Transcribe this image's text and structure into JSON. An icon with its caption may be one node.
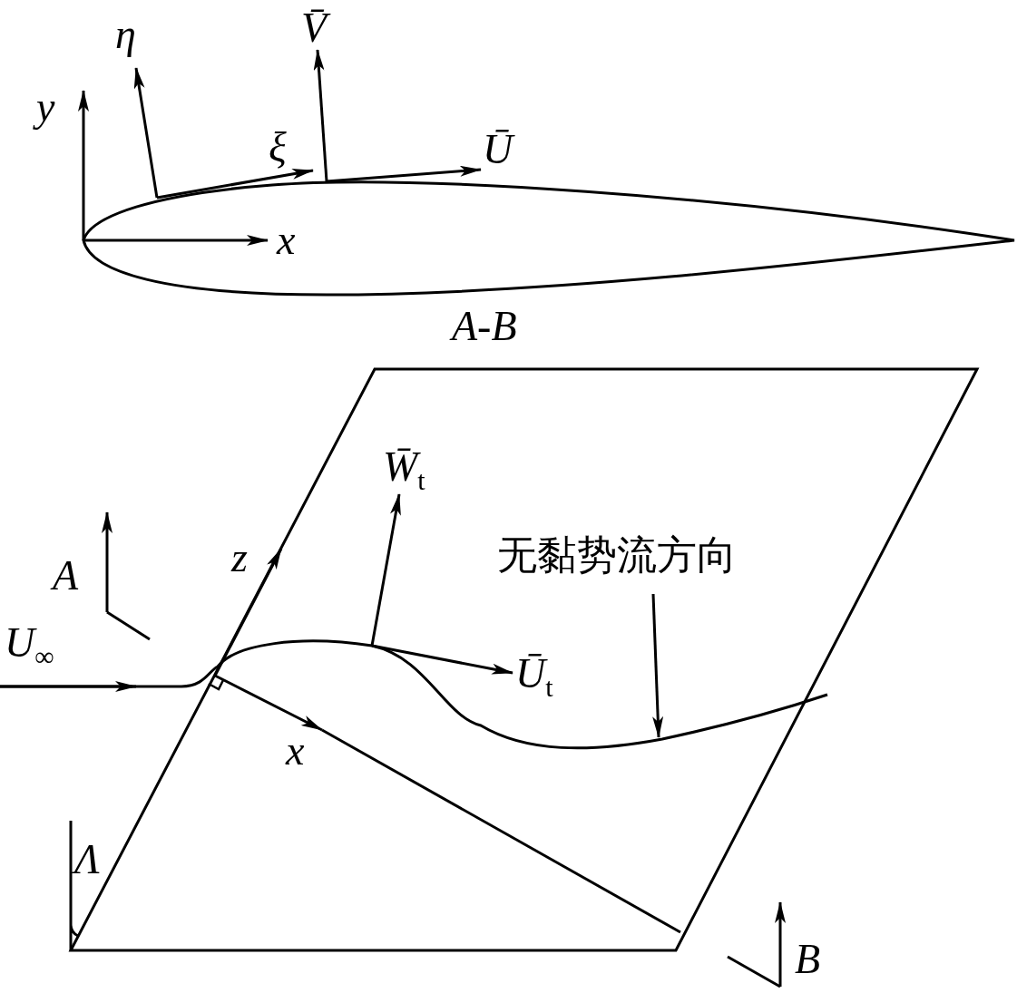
{
  "diagram": {
    "nodes": [
      {
        "text": [
          "无黏势流方向"
        ]
      },
      {
        "text": [],
        "shape": "curve"
      }
    ],
    "edges": [
      {
        "from": 0,
        "to": 1,
        "arrow": "to"
      }
    ],
    "labels": [
      "η",
      "V̄",
      "y",
      "ξ",
      "Ū",
      "x",
      "A-B",
      "W̄$_{t}$",
      "z",
      "A",
      "U$_{∞}$",
      "Ū$_{t}$",
      "x",
      "Λ",
      "B"
    ]
  }
}
